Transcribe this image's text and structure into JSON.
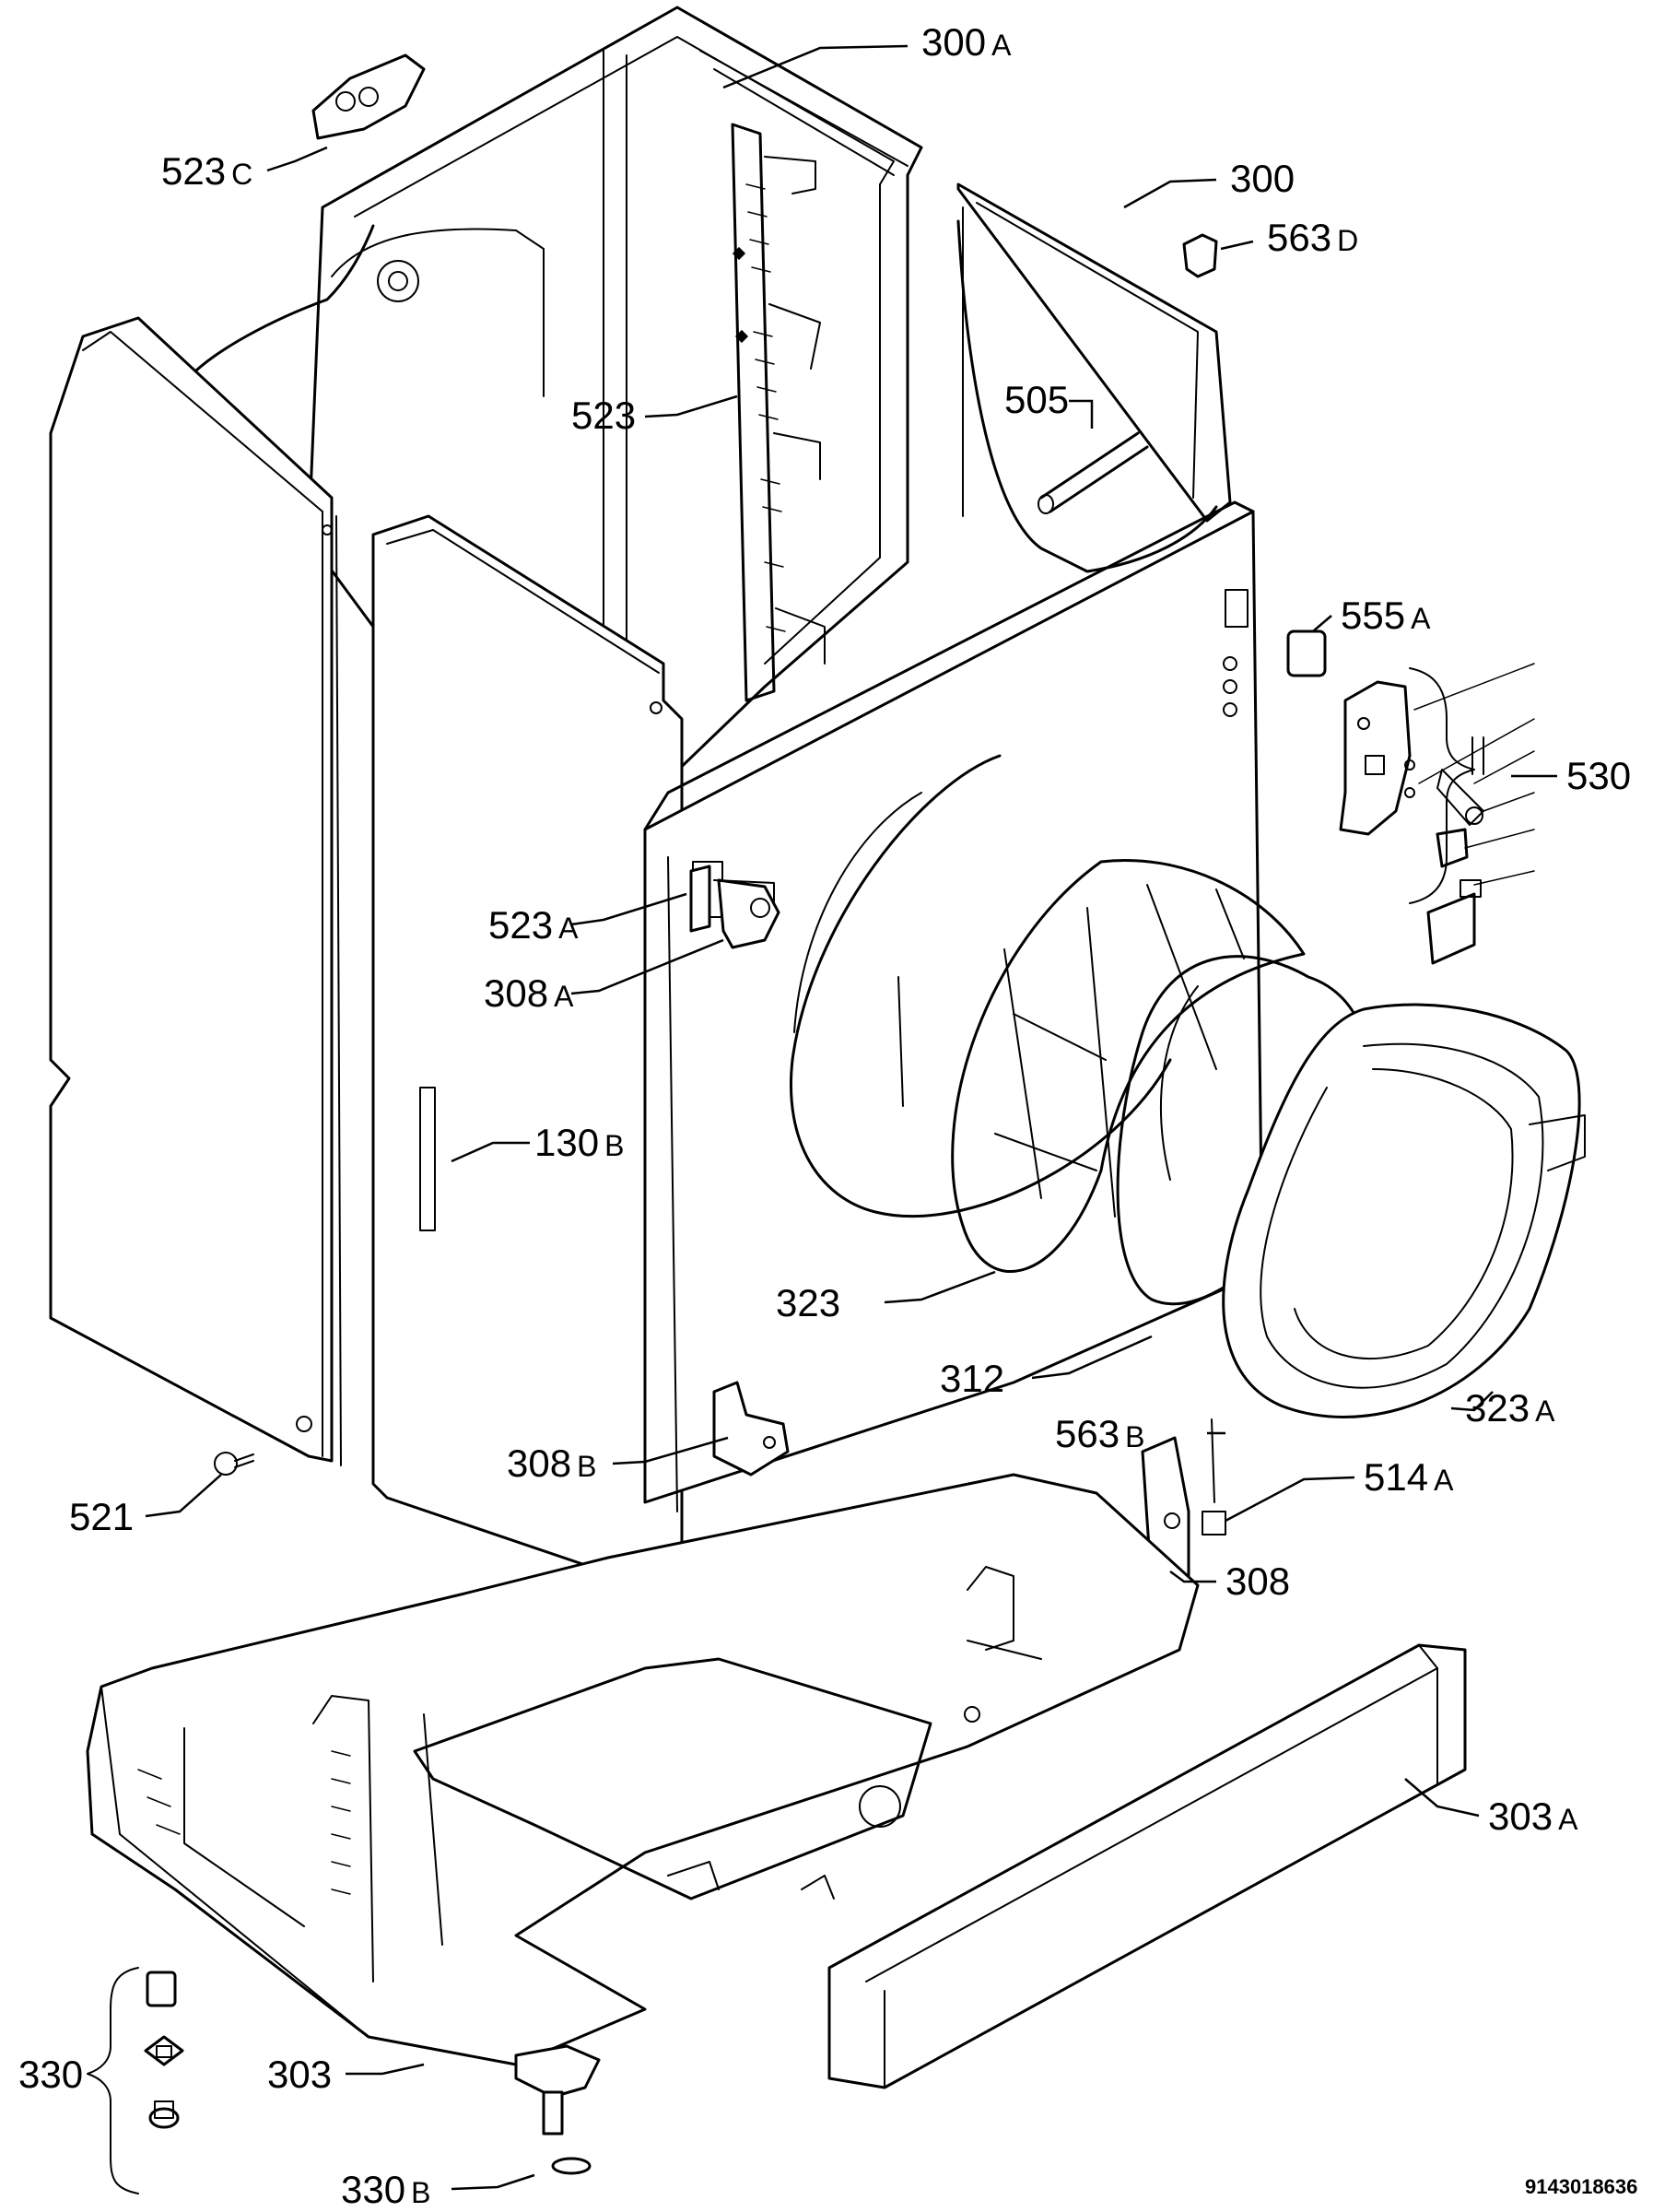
{
  "diagram": {
    "labels": [
      {
        "id": "300a",
        "num": "300",
        "suffix": "A"
      },
      {
        "id": "523c",
        "num": "523",
        "suffix": "C"
      },
      {
        "id": "300",
        "num": "300",
        "suffix": ""
      },
      {
        "id": "563d",
        "num": "563",
        "suffix": "D"
      },
      {
        "id": "523",
        "num": "523",
        "suffix": ""
      },
      {
        "id": "505",
        "num": "505",
        "suffix": ""
      },
      {
        "id": "555a",
        "num": "555",
        "suffix": "A"
      },
      {
        "id": "530",
        "num": "530",
        "suffix": ""
      },
      {
        "id": "523a",
        "num": "523",
        "suffix": "A"
      },
      {
        "id": "308a",
        "num": "308",
        "suffix": "A"
      },
      {
        "id": "130b",
        "num": "130",
        "suffix": "B"
      },
      {
        "id": "323",
        "num": "323",
        "suffix": ""
      },
      {
        "id": "312",
        "num": "312",
        "suffix": ""
      },
      {
        "id": "323a",
        "num": "323",
        "suffix": "A"
      },
      {
        "id": "563b",
        "num": "563",
        "suffix": "B"
      },
      {
        "id": "514a",
        "num": "514",
        "suffix": "A"
      },
      {
        "id": "308b",
        "num": "308",
        "suffix": "B"
      },
      {
        "id": "308",
        "num": "308",
        "suffix": ""
      },
      {
        "id": "521",
        "num": "521",
        "suffix": ""
      },
      {
        "id": "303a",
        "num": "303",
        "suffix": "A"
      },
      {
        "id": "330",
        "num": "330",
        "suffix": ""
      },
      {
        "id": "303",
        "num": "303",
        "suffix": ""
      },
      {
        "id": "330b",
        "num": "330",
        "suffix": "B"
      }
    ],
    "document_number": "9143018636"
  }
}
